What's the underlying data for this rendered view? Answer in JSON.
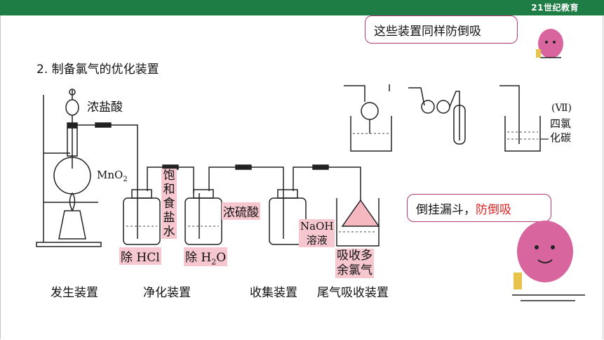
{
  "header": {
    "logo_text": "21世纪教育"
  },
  "callouts": {
    "top": "这些装置同样防倒吸",
    "middle_prefix": "倒挂漏斗，",
    "middle_highlight": "防倒吸"
  },
  "title": "2. 制备氯气的优化装置",
  "labels": {
    "concentrated_hcl": "浓盐酸",
    "mno2": "MnO",
    "mno2_sub": "2",
    "saturated_brine": [
      "饱",
      "和",
      "食",
      "盐",
      "水"
    ],
    "remove_hcl": "除 HCl",
    "remove_h2o_prefix": "除 H",
    "remove_h2o_sub": "2",
    "remove_h2o_suffix": "O",
    "concentrated_h2so4": "浓硫酸",
    "naoh_line1": "NaOH",
    "naoh_line2": "溶液",
    "absorb_line1": "吸收多",
    "absorb_line2": "余氯气",
    "vii": "(Ⅶ)",
    "ccl4_line1": "四氯",
    "ccl4_line2": "化碳"
  },
  "sections": {
    "generation": "发生装置",
    "purification": "净化装置",
    "collection": "收集装置",
    "tail_gas": "尾气吸收装置"
  },
  "colors": {
    "accent": "#1e7d45",
    "callout_border": "#b03a7a",
    "highlight": "#f6c7cf",
    "red_text": "#e02020"
  }
}
